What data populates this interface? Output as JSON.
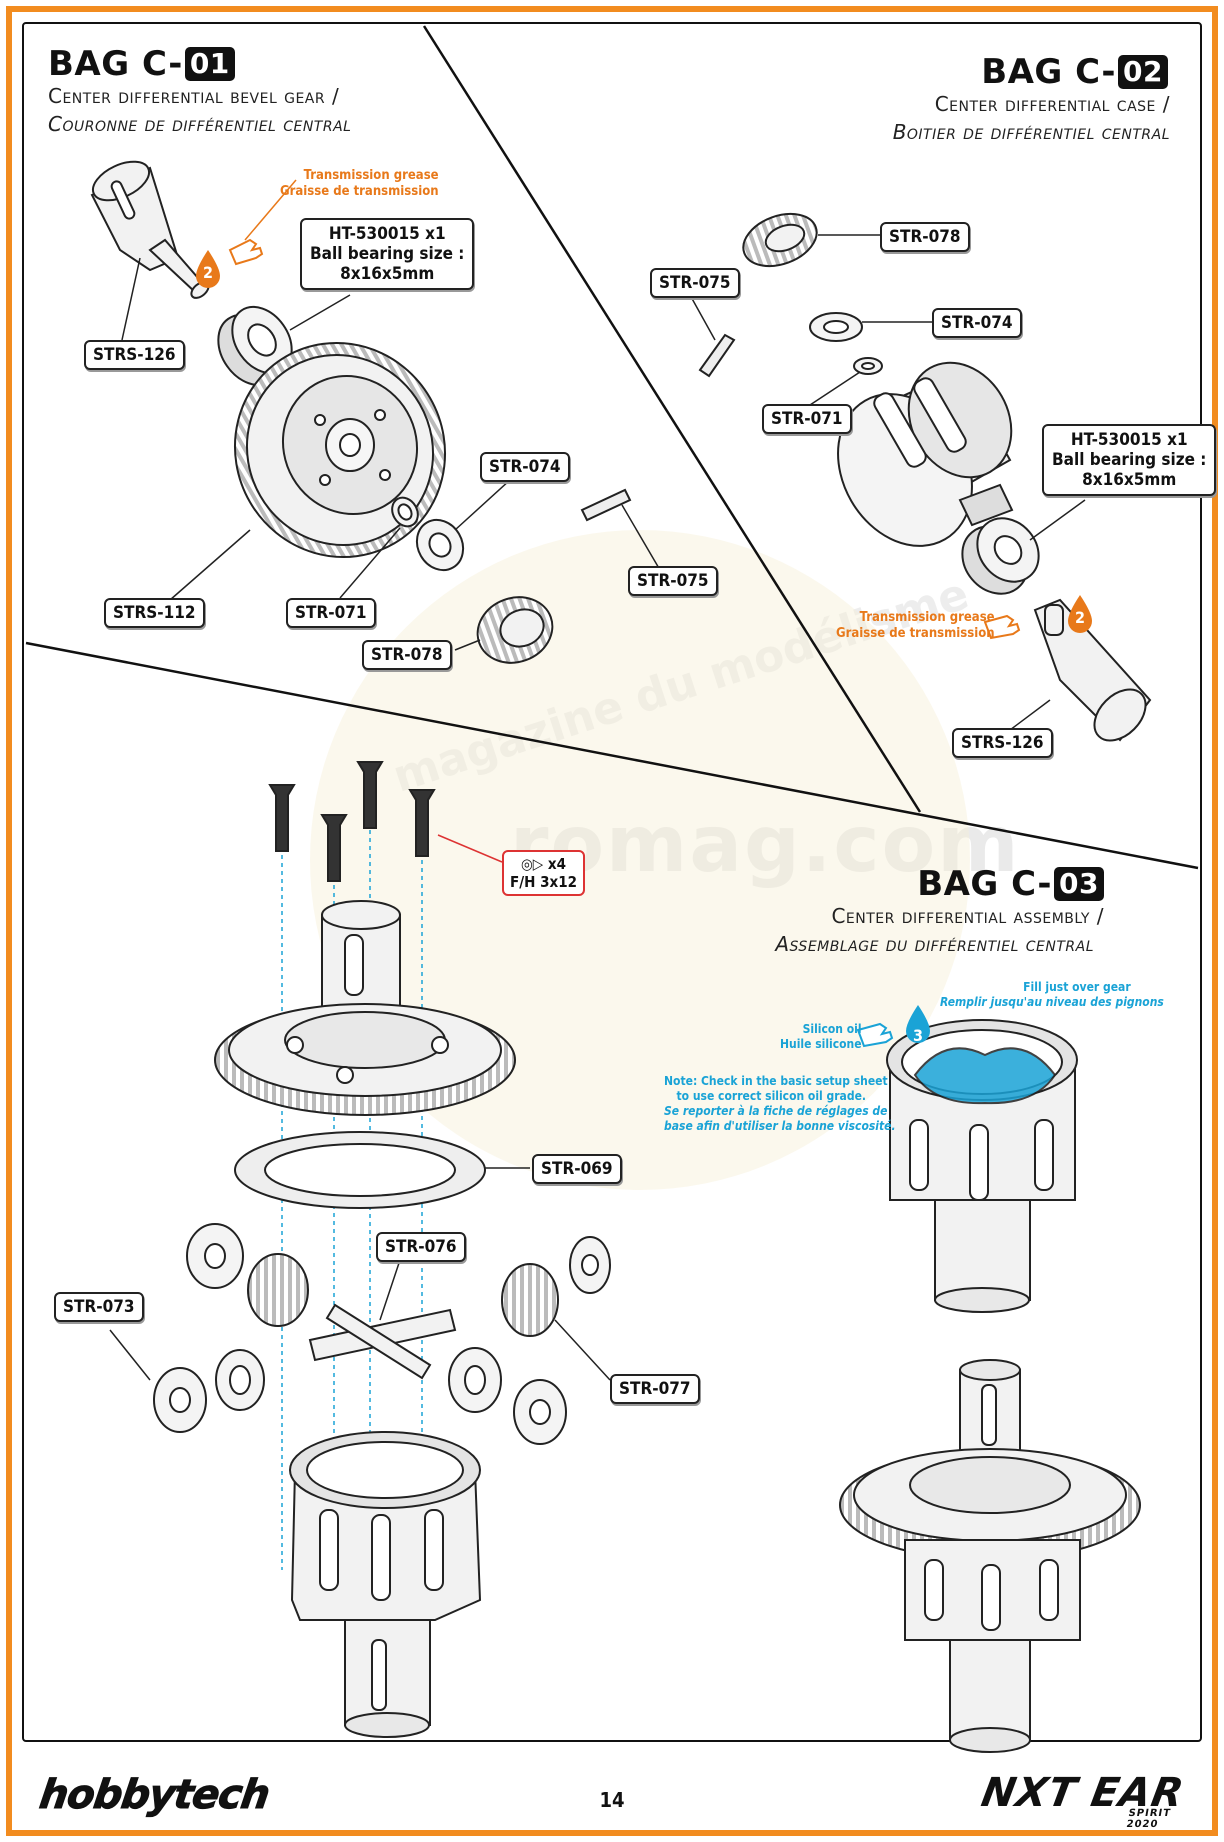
{
  "page": {
    "number": "14"
  },
  "brand": {
    "left_logo": "hobbytech",
    "right_logo": "NXT EAR",
    "right_logo_sub": "SPIRIT 2020"
  },
  "watermark": {
    "main": "romag.com",
    "arc": "magazine du modélisme"
  },
  "bag01": {
    "title_prefix": "BAG C-",
    "title_num": "01",
    "subtitle_en": "Center differential bevel gear /",
    "subtitle_fr": "Couronne de différentiel central",
    "grease_en": "Transmission grease",
    "grease_fr": "Graisse de transmission",
    "grease_step": "2",
    "bearing": {
      "line1": "HT-530015  x1",
      "line2": "Ball bearing size :",
      "line3": "8x16x5mm"
    },
    "labels": [
      "STRS-126",
      "STR-074",
      "STR-075",
      "STRS-112",
      "STR-071",
      "STR-078"
    ]
  },
  "bag02": {
    "title_prefix": "BAG C-",
    "title_num": "02",
    "subtitle_en": "Center differential case /",
    "subtitle_fr": "Boitier de différentiel central",
    "grease_en": "Transmission grease",
    "grease_fr": "Graisse de transmission",
    "grease_step": "2",
    "bearing": {
      "line1": "HT-530015  x1",
      "line2": "Ball bearing size :",
      "line3": "8x16x5mm"
    },
    "labels": [
      "STR-078",
      "STR-075",
      "STR-074",
      "STR-071",
      "STRS-126"
    ]
  },
  "bag03": {
    "title_prefix": "BAG C-",
    "title_num": "03",
    "subtitle_en": "Center differential assembly /",
    "subtitle_fr": "Assemblage du différentiel central",
    "screw": {
      "qty": "x4",
      "size": "F/H 3x12"
    },
    "labels": [
      "STR-069",
      "STR-076",
      "STR-073",
      "STR-077"
    ],
    "fill_en": "Fill just over gear",
    "fill_fr": "Remplir jusqu'au niveau des pignons",
    "oil_en": "Silicon oil",
    "oil_fr": "Huile silicone",
    "oil_step": "3",
    "note_en1": "Note: Check in the basic setup sheet",
    "note_en2": "to use correct silicon oil grade.",
    "note_fr1": "Se reporter à la fiche de réglages de",
    "note_fr2": "base afin d'utiliser la bonne viscosité."
  },
  "colors": {
    "frame": "#f28c1f",
    "grease": "#e8791a",
    "oil": "#1aa3d6",
    "screw_box": "#dd3333"
  }
}
